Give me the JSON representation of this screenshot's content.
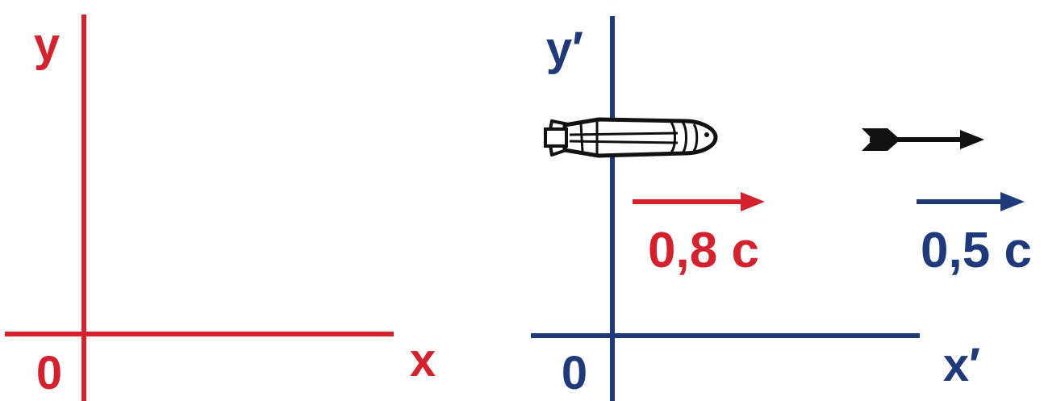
{
  "colors": {
    "frame_s": "#d3212d",
    "frame_s_prime": "#1f3a7a",
    "projectile": "#111111",
    "background": "#ffffff"
  },
  "frame_s": {
    "y_axis_label": "y",
    "x_axis_label": "x",
    "origin_label": "0"
  },
  "frame_s_prime": {
    "y_axis_label": "y′",
    "x_axis_label": "x′",
    "origin_label": "0"
  },
  "velocities": {
    "frame_velocity_label": "0,8 c",
    "projectile_velocity_label": "0,5 c"
  },
  "icons": {
    "rocket": "rocket-icon",
    "projectile": "projectile-arrow-icon"
  }
}
